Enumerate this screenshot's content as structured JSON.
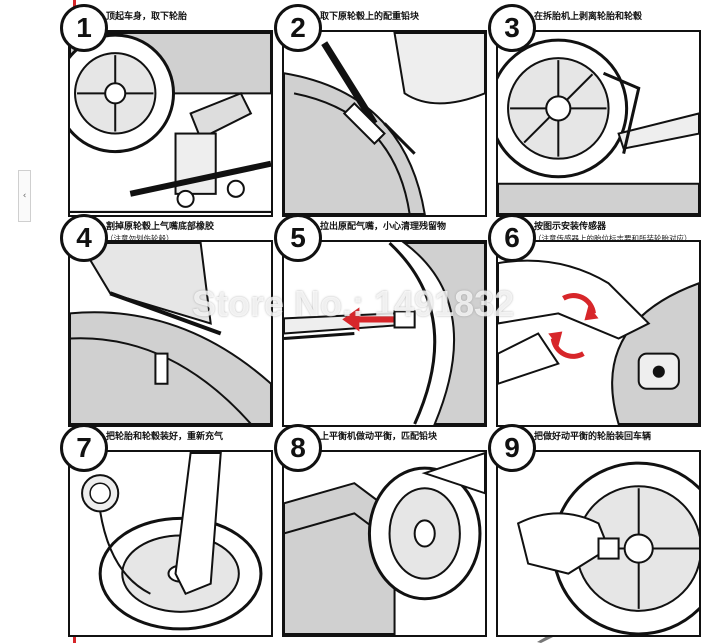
{
  "watermark": "Store No.: 1491832",
  "steps": [
    {
      "number": "1",
      "caption": "顶起车身，取下轮胎",
      "subcaption": "",
      "icon": "jack-wheel-illustration"
    },
    {
      "number": "2",
      "caption": "取下原轮毂上的配重铅块",
      "subcaption": "",
      "icon": "weight-removal-illustration"
    },
    {
      "number": "3",
      "caption": "在拆胎机上剥离轮胎和轮毂",
      "subcaption": "",
      "icon": "tire-changer-illustration"
    },
    {
      "number": "4",
      "caption": "割掉原轮毂上气嘴底部橡胶",
      "subcaption": "（注意勿划伤轮毂）",
      "icon": "valve-cut-illustration"
    },
    {
      "number": "5",
      "caption": "拉出原配气嘴，小心清理残留物",
      "subcaption": "",
      "icon": "valve-pull-illustration"
    },
    {
      "number": "6",
      "caption": "按图示安装传感器",
      "subcaption": "（注意传感器上的胎位标志要和所装轮胎对应）",
      "icon": "sensor-install-illustration"
    },
    {
      "number": "7",
      "caption": "把轮胎和轮毂装好，重新充气",
      "subcaption": "",
      "icon": "inflate-illustration"
    },
    {
      "number": "8",
      "caption": "上平衡机做动平衡，匹配铅块",
      "subcaption": "",
      "icon": "balance-machine-illustration"
    },
    {
      "number": "9",
      "caption": "把做好动平衡的轮胎装回车辆",
      "subcaption": "",
      "icon": "wheel-mount-illustration"
    }
  ],
  "colors": {
    "accent": "#d7262a",
    "line": "#111111",
    "shade": "#cfcfcf"
  }
}
